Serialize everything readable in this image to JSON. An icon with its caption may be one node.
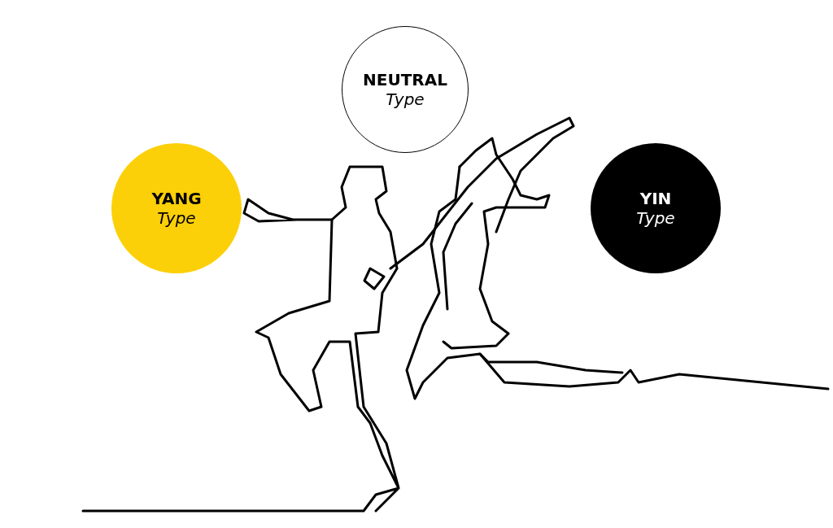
{
  "diagram": {
    "nodes": [
      {
        "text": [
          "NEUTRAL",
          "Type"
        ]
      },
      {
        "text": [
          "YANG",
          "Type"
        ]
      },
      {
        "text": [
          "YIN",
          "Type"
        ]
      }
    ],
    "edges": []
  }
}
